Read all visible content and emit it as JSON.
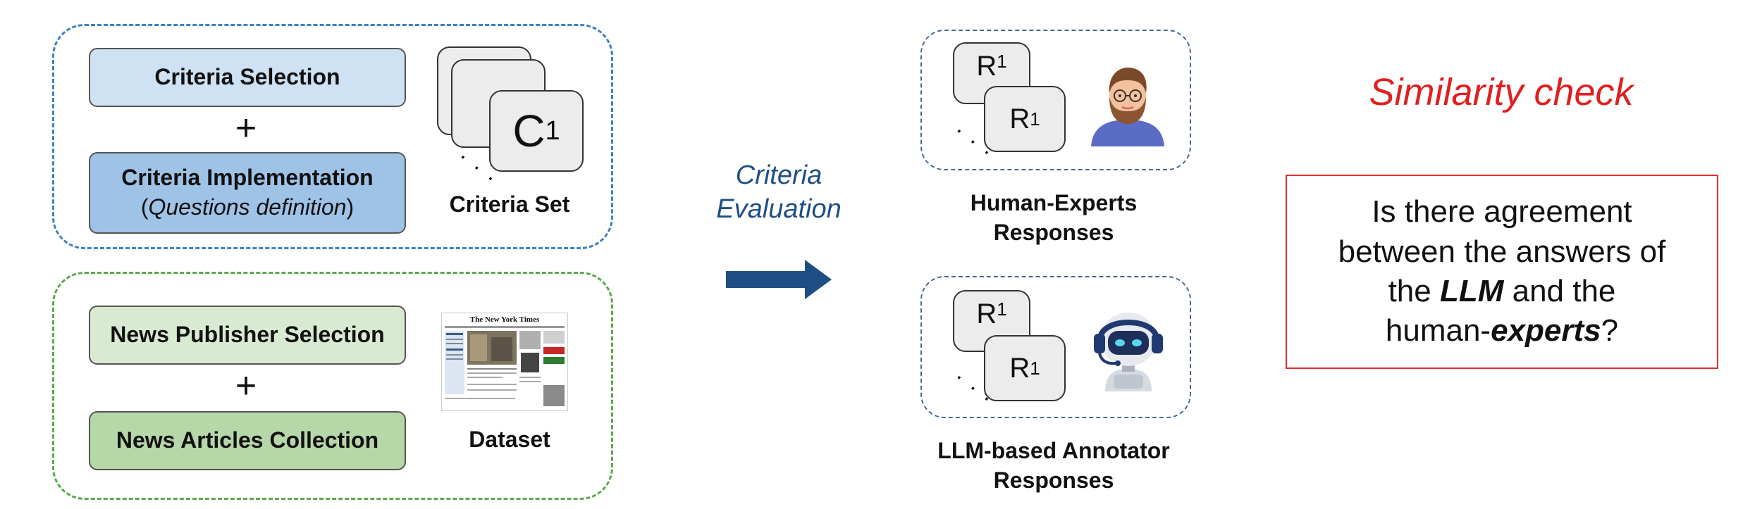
{
  "criteria": {
    "selection": "Criteria Selection",
    "plus": "+",
    "implementation": "Criteria Implementation",
    "implementation_paren_open": "(",
    "implementation_sub": "Questions definition",
    "implementation_paren_close": ")",
    "set_card_letter": "C",
    "set_card_sub": "1",
    "set_label": "Criteria Set"
  },
  "news": {
    "publisher": "News Publisher Selection",
    "plus": "+",
    "collection": "News Articles Collection",
    "dataset_label": "Dataset",
    "newspaper_masthead": "The New York Times"
  },
  "evaluation": {
    "line1": "Criteria",
    "line2": "Evaluation"
  },
  "human": {
    "card_letter": "R",
    "card_sub": "1",
    "label_line1": "Human-Experts",
    "label_line2": "Responses"
  },
  "llm": {
    "card_letter": "R",
    "card_sub": "1",
    "label_line1": "LLM-based Annotator",
    "label_line2": "Responses"
  },
  "similarity": {
    "title": "Similarity check",
    "q_part1": "Is there agreement",
    "q_part2": "between the answers of",
    "q_part3a": "the ",
    "q_llm": "LLM",
    "q_part3b": " and the",
    "q_part4a": "human-",
    "q_experts": "experts",
    "q_part4b": "?"
  },
  "colors": {
    "criteria_selection": "#cfe2f3",
    "criteria_implementation": "#9fc3e7",
    "news_publisher": "#d9ead3",
    "news_collection": "#b6d7a8",
    "arrow": "#1f4e85",
    "similarity": "#e02020"
  }
}
